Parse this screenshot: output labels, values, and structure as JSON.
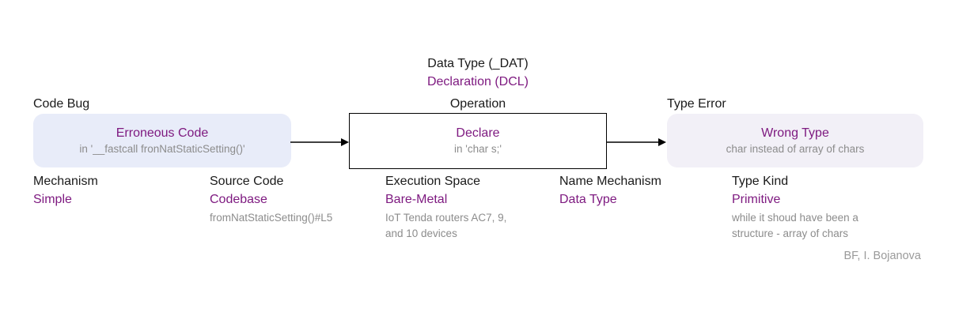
{
  "colors": {
    "accent_purple": "#7E1A80",
    "muted_gray": "#8C8C8C",
    "cause_box_bg": "#E8ECF9",
    "consequence_box_bg": "#F2F0F7",
    "operation_box_border": "#000000"
  },
  "header": {
    "class_line": "Data Type (_DAT)",
    "cluster_line": "Declaration (DCL)"
  },
  "flow": {
    "cause": {
      "section_label": "Code Bug",
      "title": "Erroneous Code",
      "detail": "in '__fastcall fronNatStaticSetting()'"
    },
    "operation": {
      "section_label": "Operation",
      "title": "Declare",
      "detail": "in 'char s;'"
    },
    "consequence": {
      "section_label": "Type Error",
      "title": "Wrong Type",
      "detail": "char instead of array of chars"
    }
  },
  "attributes": [
    {
      "label": "Mechanism",
      "value": "Simple"
    },
    {
      "label": "Source Code",
      "value": "Codebase",
      "note_lines": [
        "fromNatStaticSetting()#L5"
      ]
    },
    {
      "label": "Execution Space",
      "value": "Bare-Metal",
      "note_lines": [
        "IoT Tenda routers AC7, 9,",
        "and 10 devices"
      ]
    },
    {
      "label": "Name Mechanism",
      "value": "Data Type"
    },
    {
      "label": "Type Kind",
      "value": "Primitive",
      "note_lines": [
        "while it shoud have been a",
        "structure - array of chars"
      ]
    }
  ],
  "attribution": "BF, I. Bojanova"
}
